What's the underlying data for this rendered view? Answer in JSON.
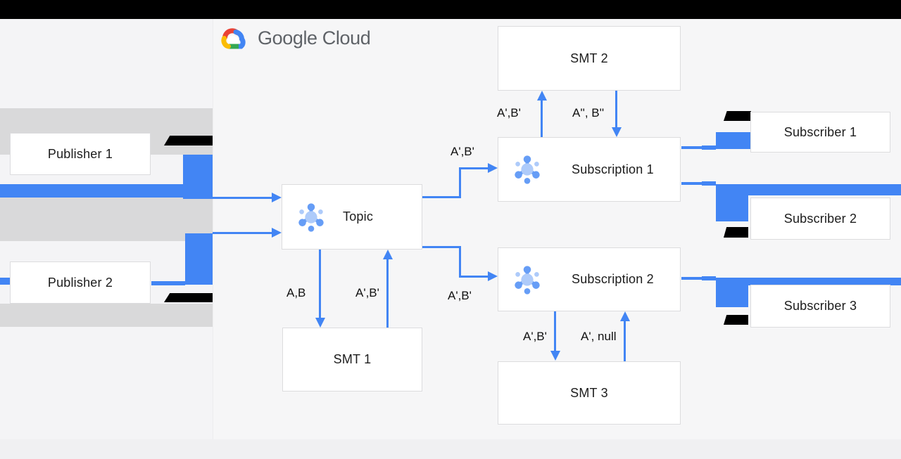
{
  "header": {
    "logo_text": "Google Cloud"
  },
  "nodes": {
    "publisher1": "Publisher 1",
    "publisher2": "Publisher 2",
    "topic": "Topic",
    "smt1": "SMT 1",
    "smt2": "SMT 2",
    "smt3": "SMT 3",
    "subscription1": "Subscription 1",
    "subscription2": "Subscription 2",
    "subscriber1": "Subscriber 1",
    "subscriber2": "Subscriber 2",
    "subscriber3": "Subscriber 3"
  },
  "edge_labels": {
    "topic_to_sub1": "A',B'",
    "topic_to_sub2": "A',B'",
    "topic_to_smt1": "A,B",
    "smt1_to_topic": "A',B'",
    "sub1_to_smt2": "A',B'",
    "smt2_to_sub1": "A'', B''",
    "sub2_to_smt3": "A',B'",
    "smt3_to_sub2": "A', null"
  },
  "icons": [
    "google-cloud-logo",
    "pubsub-topic-icon",
    "pubsub-subscription-icon"
  ],
  "colors": {
    "arrow_blue": "#4285f4",
    "band_gray": "#d9d9da",
    "glitch_black": "#000000",
    "box_border": "#dcdcde",
    "logo_text_gray": "#5f6368",
    "topbar_black": "#000000"
  }
}
